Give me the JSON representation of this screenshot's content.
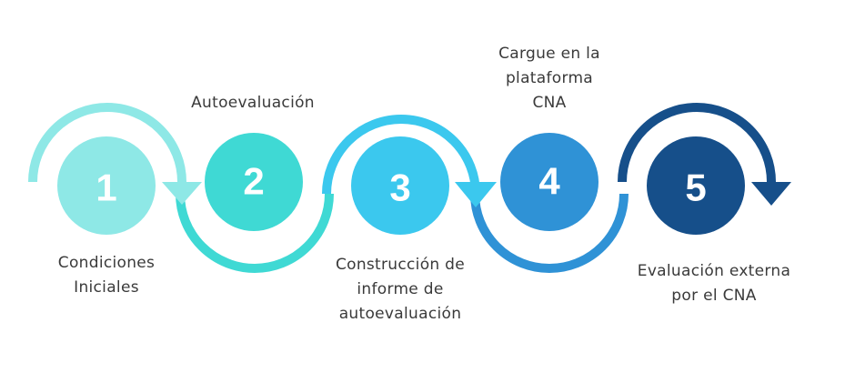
{
  "steps": [
    {
      "number": "1",
      "label_lines": [
        "Condiciones",
        "Iniciales"
      ],
      "color": "#8ee8e6"
    },
    {
      "number": "2",
      "label_lines": [
        "Autoevaluación"
      ],
      "color": "#3fd9d4"
    },
    {
      "number": "3",
      "label_lines": [
        "Construcción de",
        "informe de",
        "autoevaluación"
      ],
      "color": "#3bc8ee"
    },
    {
      "number": "4",
      "label_lines": [
        "Cargue en la",
        "plataforma",
        "CNA"
      ],
      "color": "#2f92d6"
    },
    {
      "number": "5",
      "label_lines": [
        "Evaluación externa",
        "por el CNA"
      ],
      "color": "#164f8a"
    }
  ],
  "arrow_icon": "arrowhead-down-icon"
}
